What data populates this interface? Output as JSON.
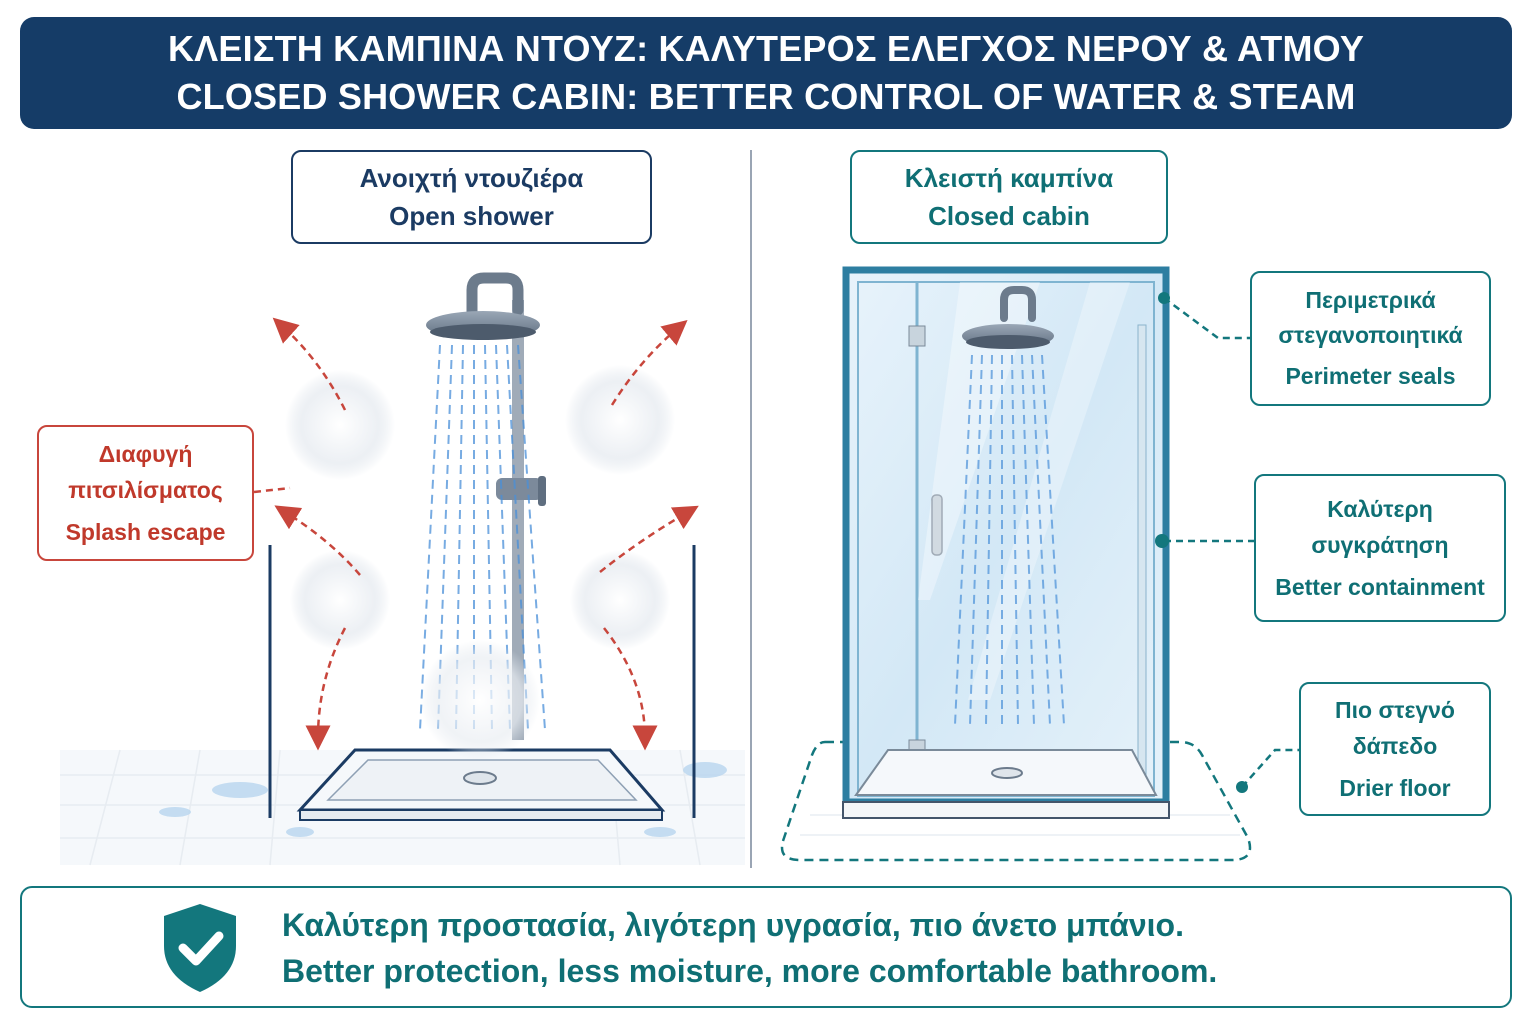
{
  "header": {
    "title_gr": "ΚΛΕΙΣΤΗ ΚΑΜΠΙΝΑ ΝΤΟΥΖ: ΚΑΛΥΤΕΡΟΣ ΕΛΕΓΧΟΣ ΝΕΡΟΥ & ΑΤΜΟΥ",
    "title_en": "CLOSED SHOWER CABIN: BETTER CONTROL OF WATER & STEAM"
  },
  "left_panel": {
    "label_gr": "Ανοιχτή ντουζιέρα",
    "label_en": "Open shower",
    "splash_gr_1": "Διαφυγή",
    "splash_gr_2": "πιτσιλίσματος",
    "splash_en": "Splash escape"
  },
  "right_panel": {
    "label_gr": "Κλειστή καμπίνα",
    "label_en": "Closed cabin",
    "seals_gr_1": "Περιμετρικά",
    "seals_gr_2": "στεγανοποιητικά",
    "seals_en": "Perimeter seals",
    "contain_gr_1": "Καλύτερη",
    "contain_gr_2": "συγκράτηση",
    "contain_en": "Better containment",
    "floor_gr_1": "Πιο στεγνό",
    "floor_gr_2": "δάπεδο",
    "floor_en": "Drier floor"
  },
  "footer": {
    "text_gr": "Καλύτερη προστασία, λιγότερη υγρασία, πιο άνετο μπάνιο.",
    "text_en": "Better protection, less moisture, more comfortable bathroom.",
    "icon": "shield-check-icon"
  },
  "colors": {
    "navy": "#153c67",
    "teal": "#13777d",
    "red": "#c0392b",
    "water": "#4a90d9"
  }
}
